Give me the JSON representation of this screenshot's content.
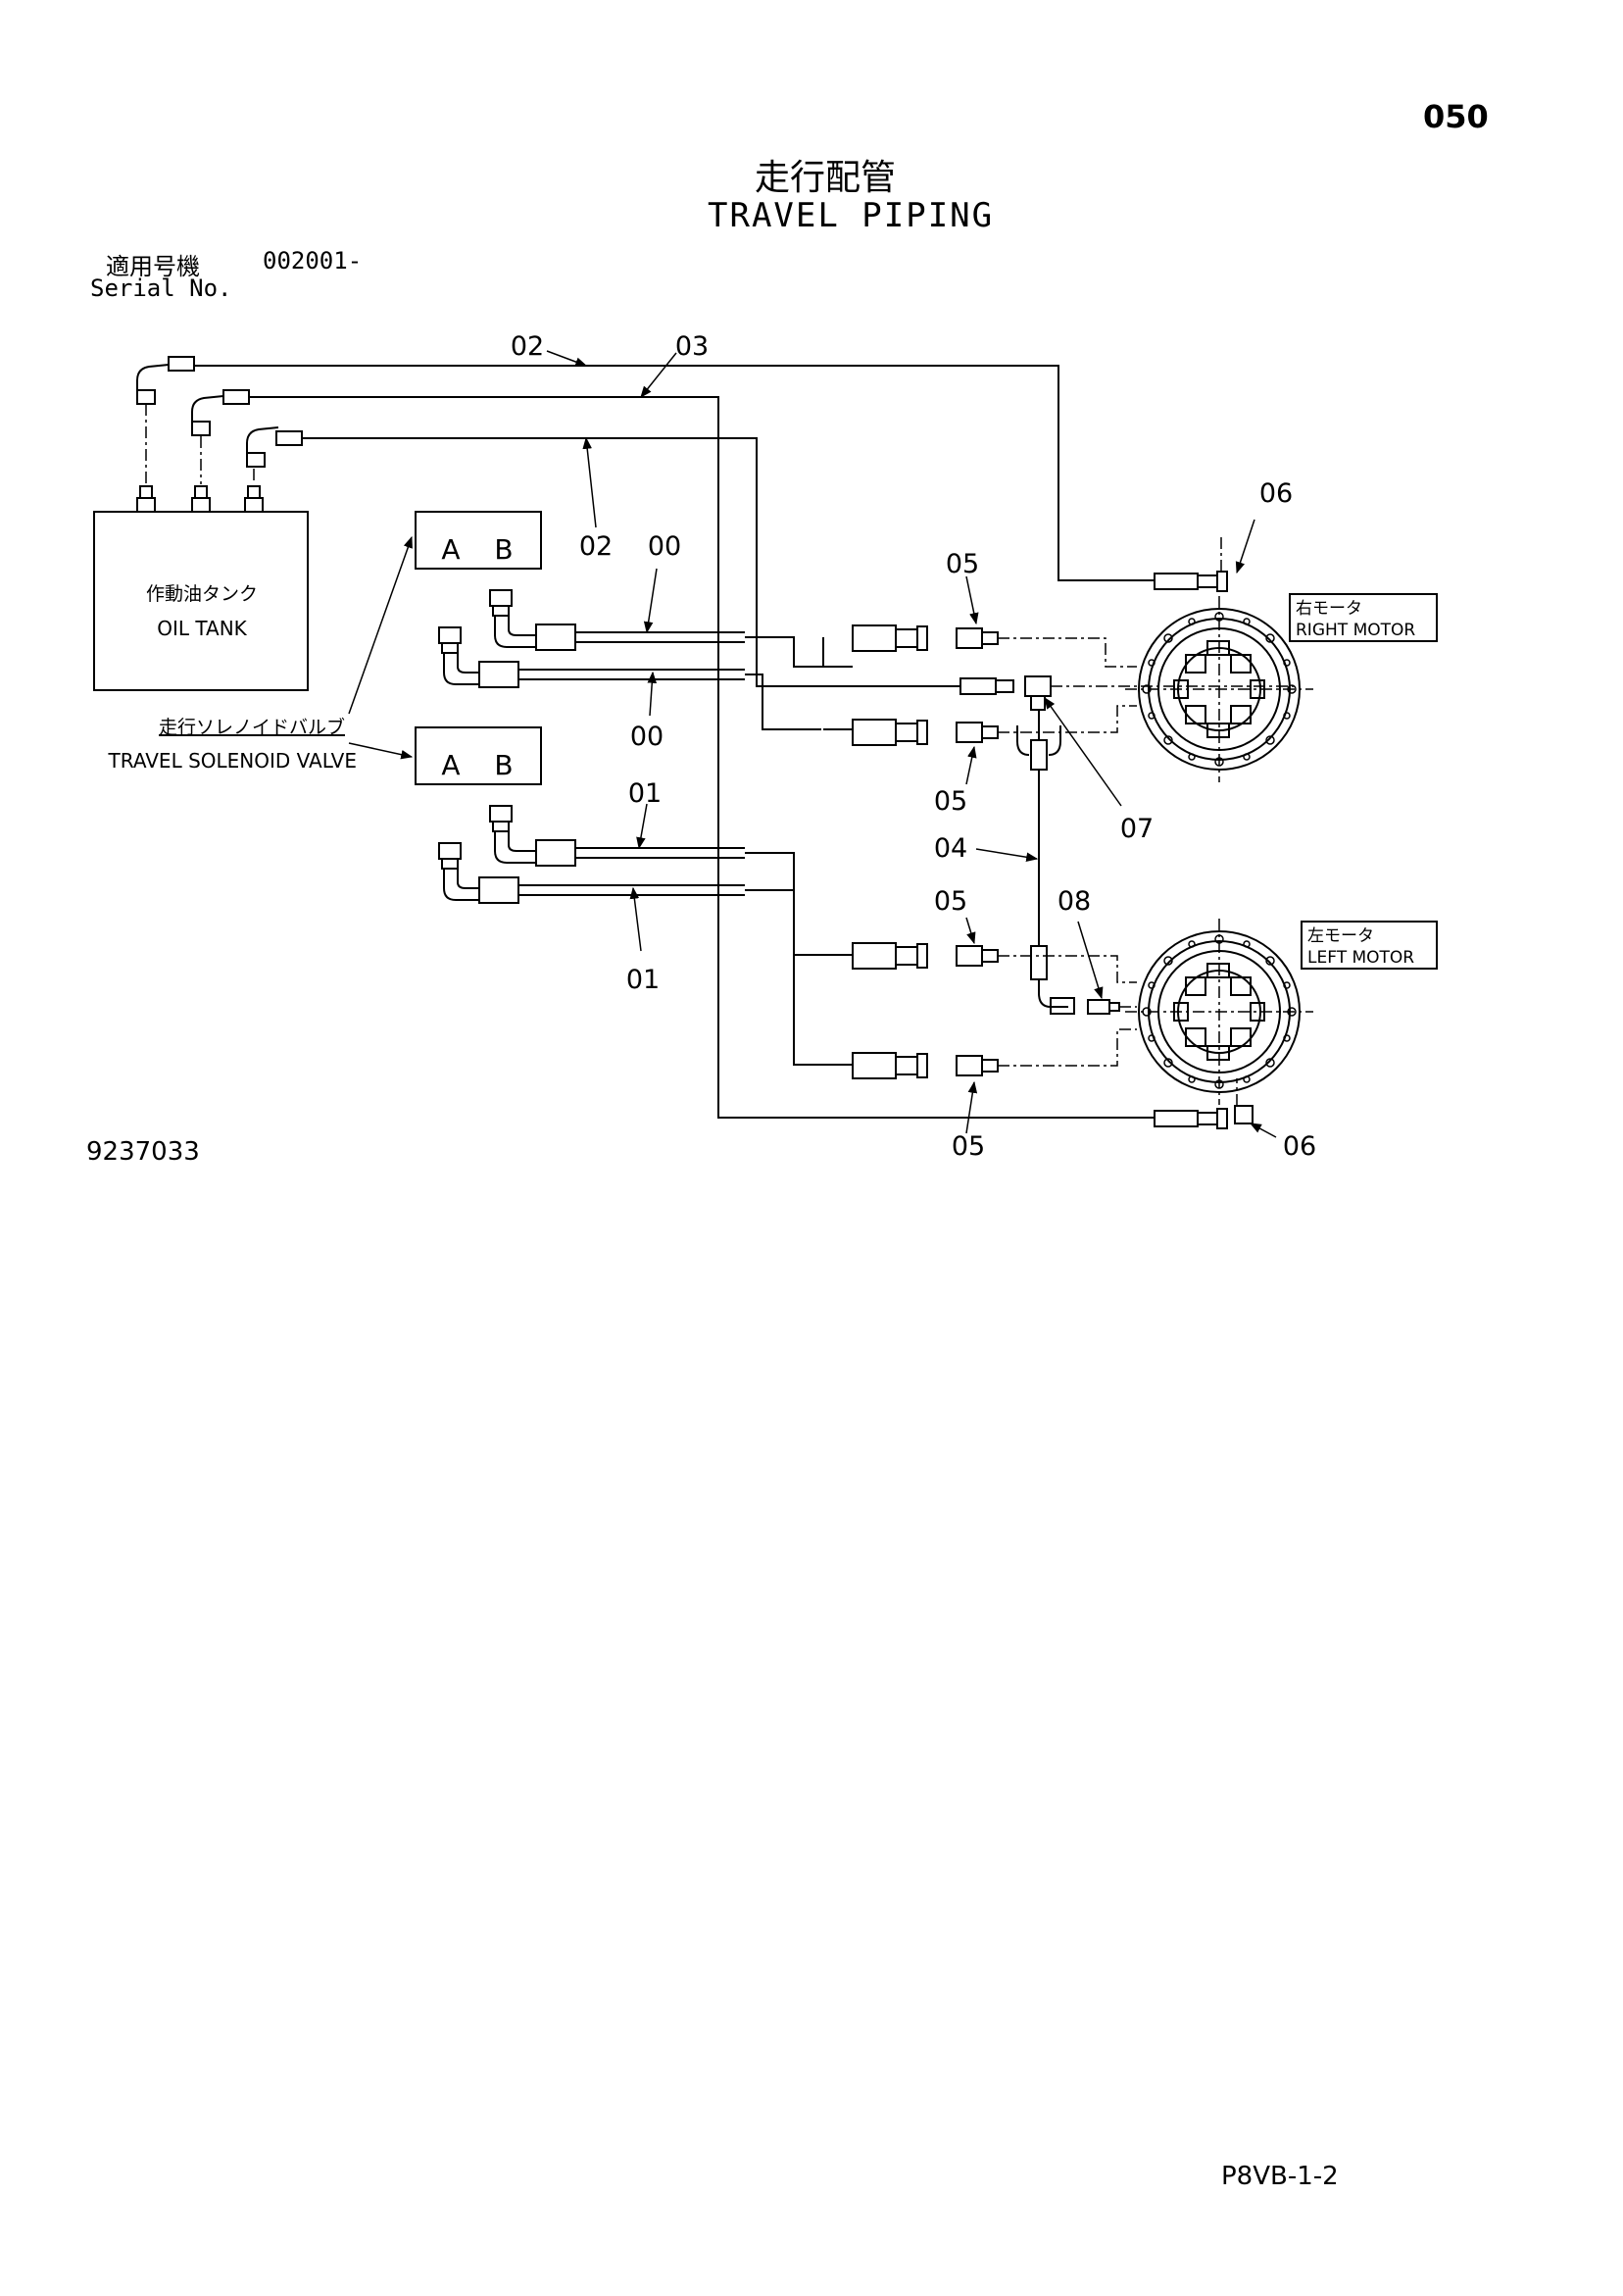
{
  "header": {
    "page_number": "050",
    "title_jp": "走行配管",
    "title_en": "TRAVEL PIPING",
    "serial_label_jp": "適用号機",
    "serial_value": "002001-",
    "serial_label_en": "Serial No."
  },
  "components": {
    "oil_tank_jp": "作動油タンク",
    "oil_tank_en": "OIL TANK",
    "solenoid_jp": "走行ソレノイドバルブ",
    "solenoid_en": "TRAVEL SOLENOID VALVE",
    "port_a": "A",
    "port_b": "B",
    "right_motor_jp": "右モータ",
    "right_motor_en": "RIGHT MOTOR",
    "left_motor_jp": "左モータ",
    "left_motor_en": "LEFT MOTOR"
  },
  "callouts": [
    "02",
    "03",
    "02",
    "00",
    "00",
    "01",
    "01",
    "04",
    "05",
    "05",
    "05",
    "05",
    "06",
    "06",
    "07",
    "08"
  ],
  "footer": {
    "drawing_number": "9237033",
    "code": "P8VB-1-2"
  }
}
